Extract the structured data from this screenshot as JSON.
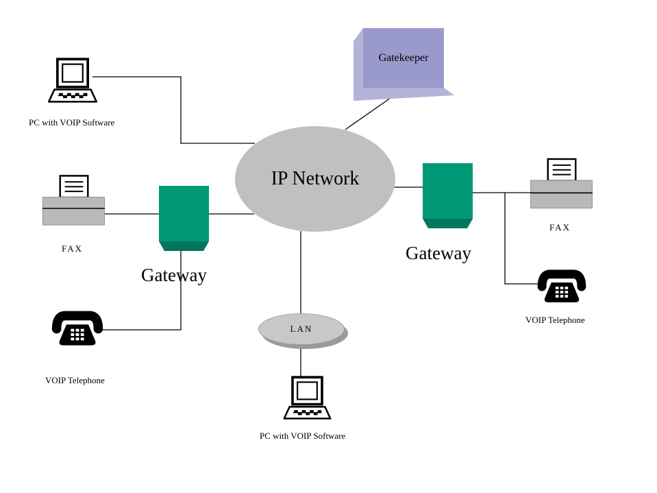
{
  "nodes": {
    "gatekeeper": {
      "label": "Gatekeeper"
    },
    "ip_network": {
      "label": "IP Network"
    },
    "lan": {
      "label": "LAN"
    },
    "gateway_left": {
      "label": "Gateway"
    },
    "gateway_right": {
      "label": "Gateway"
    },
    "pc_top": {
      "label": "PC with VOIP Software"
    },
    "pc_bottom": {
      "label": "PC with VOIP Software"
    },
    "fax_left": {
      "label": "FAX"
    },
    "fax_right": {
      "label": "FAX"
    },
    "phone_left": {
      "label": "VOIP Telephone"
    },
    "phone_right": {
      "label": "VOIP Telephone"
    }
  },
  "colors": {
    "gateway": "#009977",
    "gateway_base": "#00775c",
    "gatekeeper_front": "#9999cc",
    "gatekeeper_side": "#b3b3d9",
    "network_fill": "#c0c0c0",
    "lan_fill": "#c8c8c8",
    "lan_shadow": "#9a9a9a",
    "fax_body": "#b9b9b9",
    "icon": "#000000",
    "line": "#000000"
  }
}
